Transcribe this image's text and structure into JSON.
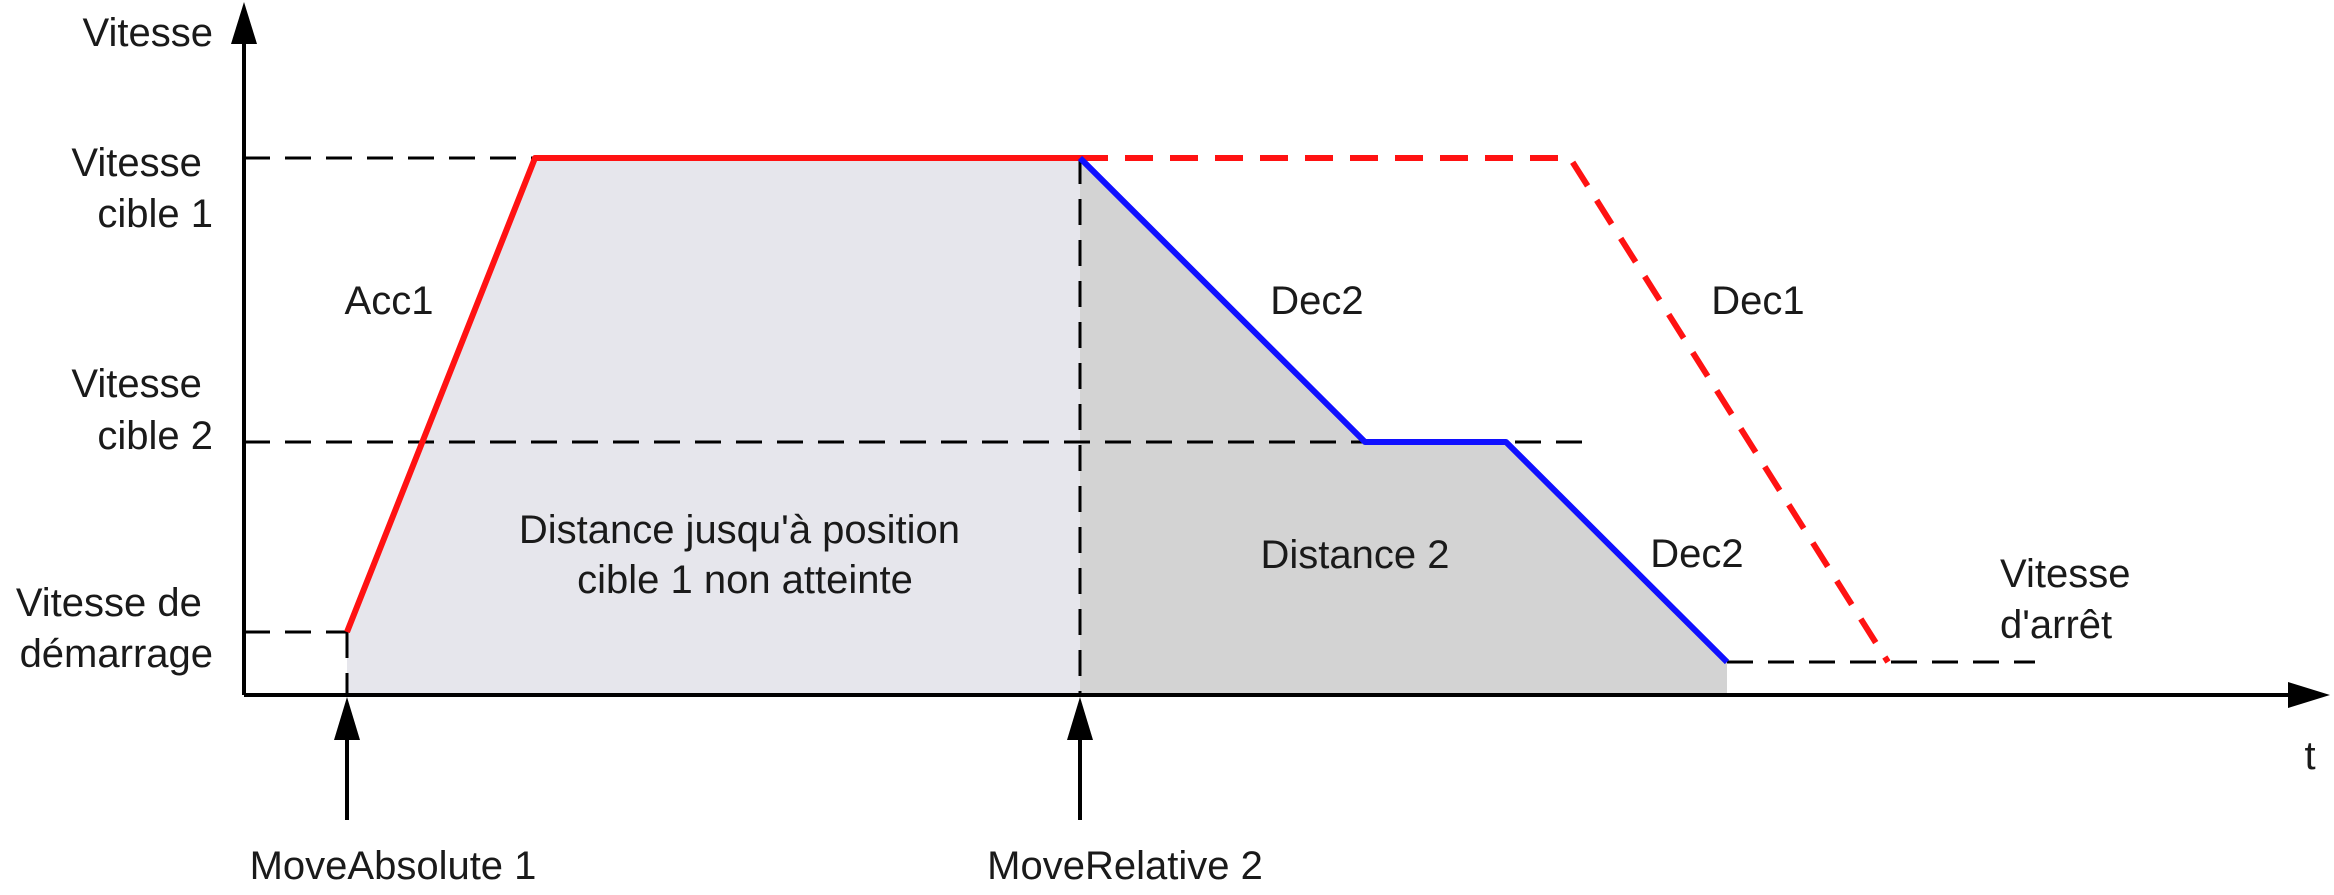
{
  "colors": {
    "profile_initial": "#ff1212",
    "profile_new": "#1010ff",
    "area_1": "#e6e6ec",
    "area_2": "#d3d3d3"
  },
  "axes": {
    "y_label": "Vitesse",
    "x_label": "t"
  },
  "y_levels": {
    "target_1_line1": "Vitesse",
    "target_1_line2": "cible 1",
    "target_2_line1": "Vitesse",
    "target_2_line2": "cible 2",
    "start_line1": "Vitesse de",
    "start_line2": "démarrage"
  },
  "segments": {
    "acc1": "Acc1",
    "dec2_upper": "Dec2",
    "dec1": "Dec1",
    "dec2_lower": "Dec2"
  },
  "areas": {
    "distance_1_line1": "Distance jusqu'à position",
    "distance_1_line2": "cible 1 non atteinte",
    "distance_2": "Distance 2"
  },
  "stop_speed": {
    "line1": "Vitesse",
    "line2": "d'arrêt"
  },
  "events": {
    "move_absolute": "MoveAbsolute 1",
    "move_relative": "MoveRelative 2"
  }
}
